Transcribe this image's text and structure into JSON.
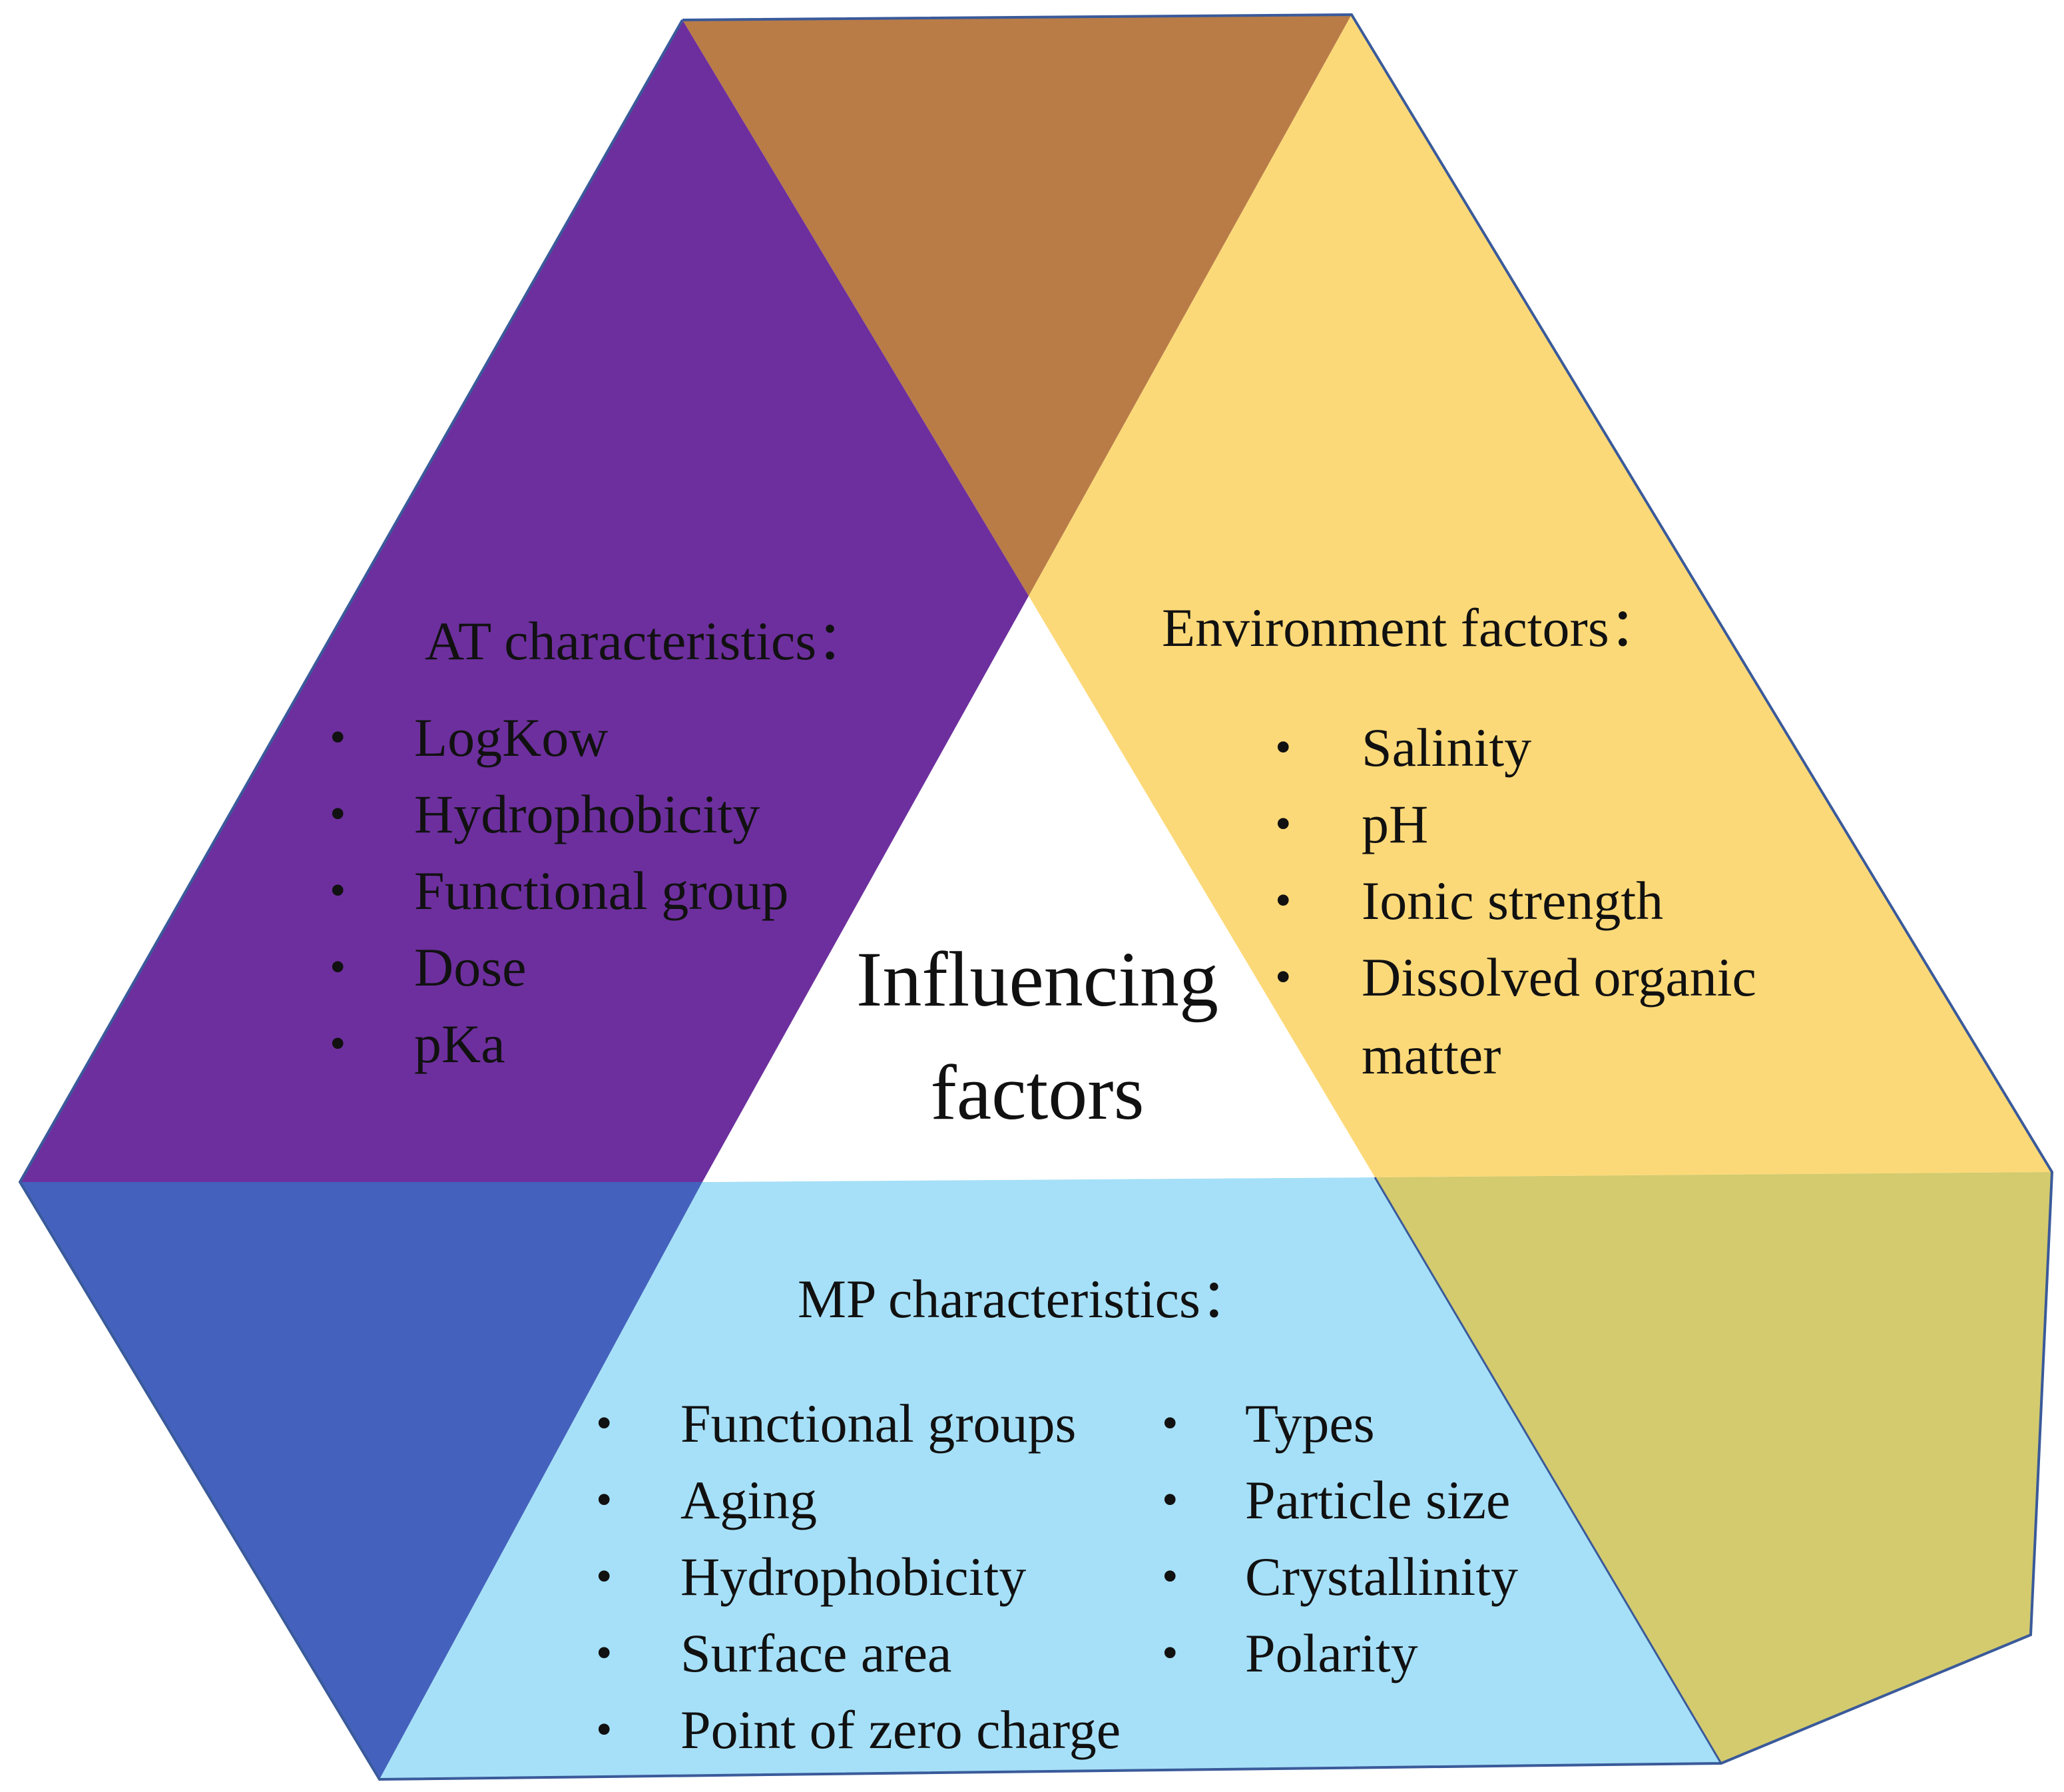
{
  "center_label": {
    "line1": "Influencing",
    "line2": "factors"
  },
  "colors": {
    "at_region": "#6d2f9e",
    "top_overlap": "#b97c47",
    "env_region": "#fcd978",
    "env_overlap": "#d3cb6e",
    "mp_region": "#a6e0f8",
    "mp_overlap": "#4462bd",
    "outline": "#3a5a9a"
  },
  "at_panel": {
    "heading": "AT characteristics：",
    "items": [
      "LogKow",
      "Hydrophobicity",
      "Functional group",
      "Dose",
      "pKa"
    ]
  },
  "env_panel": {
    "heading": "Environment factors：",
    "items": [
      "Salinity",
      "pH",
      "Ionic strength",
      "Dissolved organic",
      "matter"
    ]
  },
  "mp_panel": {
    "heading": "MP characteristics：",
    "left_items": [
      "Functional groups",
      "Aging",
      "Hydrophobicity",
      "Surface area",
      "Point of zero charge"
    ],
    "right_items": [
      "Types",
      "Particle size",
      "Crystallinity",
      "Polarity"
    ]
  }
}
